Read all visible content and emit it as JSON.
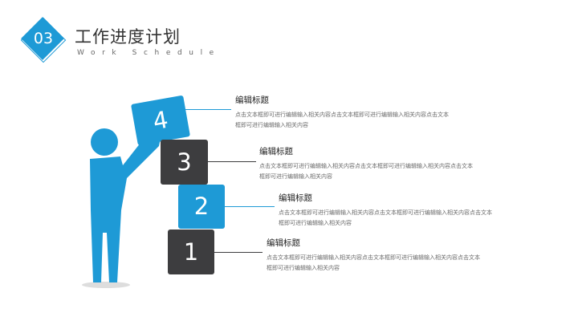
{
  "header": {
    "section_number": "03",
    "title": "工作进度计划",
    "subtitle": "Work Schedule"
  },
  "colors": {
    "accent": "#1e9ad6",
    "dark_block": "#3d3d3f",
    "text": "#333333",
    "body_text": "#6a6a6a"
  },
  "steps": [
    {
      "number": "4",
      "block_color": "#1e9ad6",
      "heading": "编辑标题",
      "body": "点击文本框即可进行编辑输入相关内容点击文本框即可进行编辑输入相关内容点击文本框即可进行编辑输入相关内容"
    },
    {
      "number": "3",
      "block_color": "#3d3d3f",
      "heading": "编辑标题",
      "body": "点击文本框即可进行编辑输入相关内容点击文本框即可进行编辑输入相关内容点击文本框即可进行编辑输入相关内容"
    },
    {
      "number": "2",
      "block_color": "#1e9ad6",
      "heading": "编辑标题",
      "body": "点击文本框即可进行编辑输入相关内容点击文本框即可进行编辑输入相关内容点击文本框即可进行编辑输入相关内容"
    },
    {
      "number": "1",
      "block_color": "#3d3d3f",
      "heading": "编辑标题",
      "body": "点击文本框即可进行编辑输入相关内容点击文本框即可进行编辑输入相关内容点击文本框即可进行编辑输入相关内容"
    }
  ]
}
